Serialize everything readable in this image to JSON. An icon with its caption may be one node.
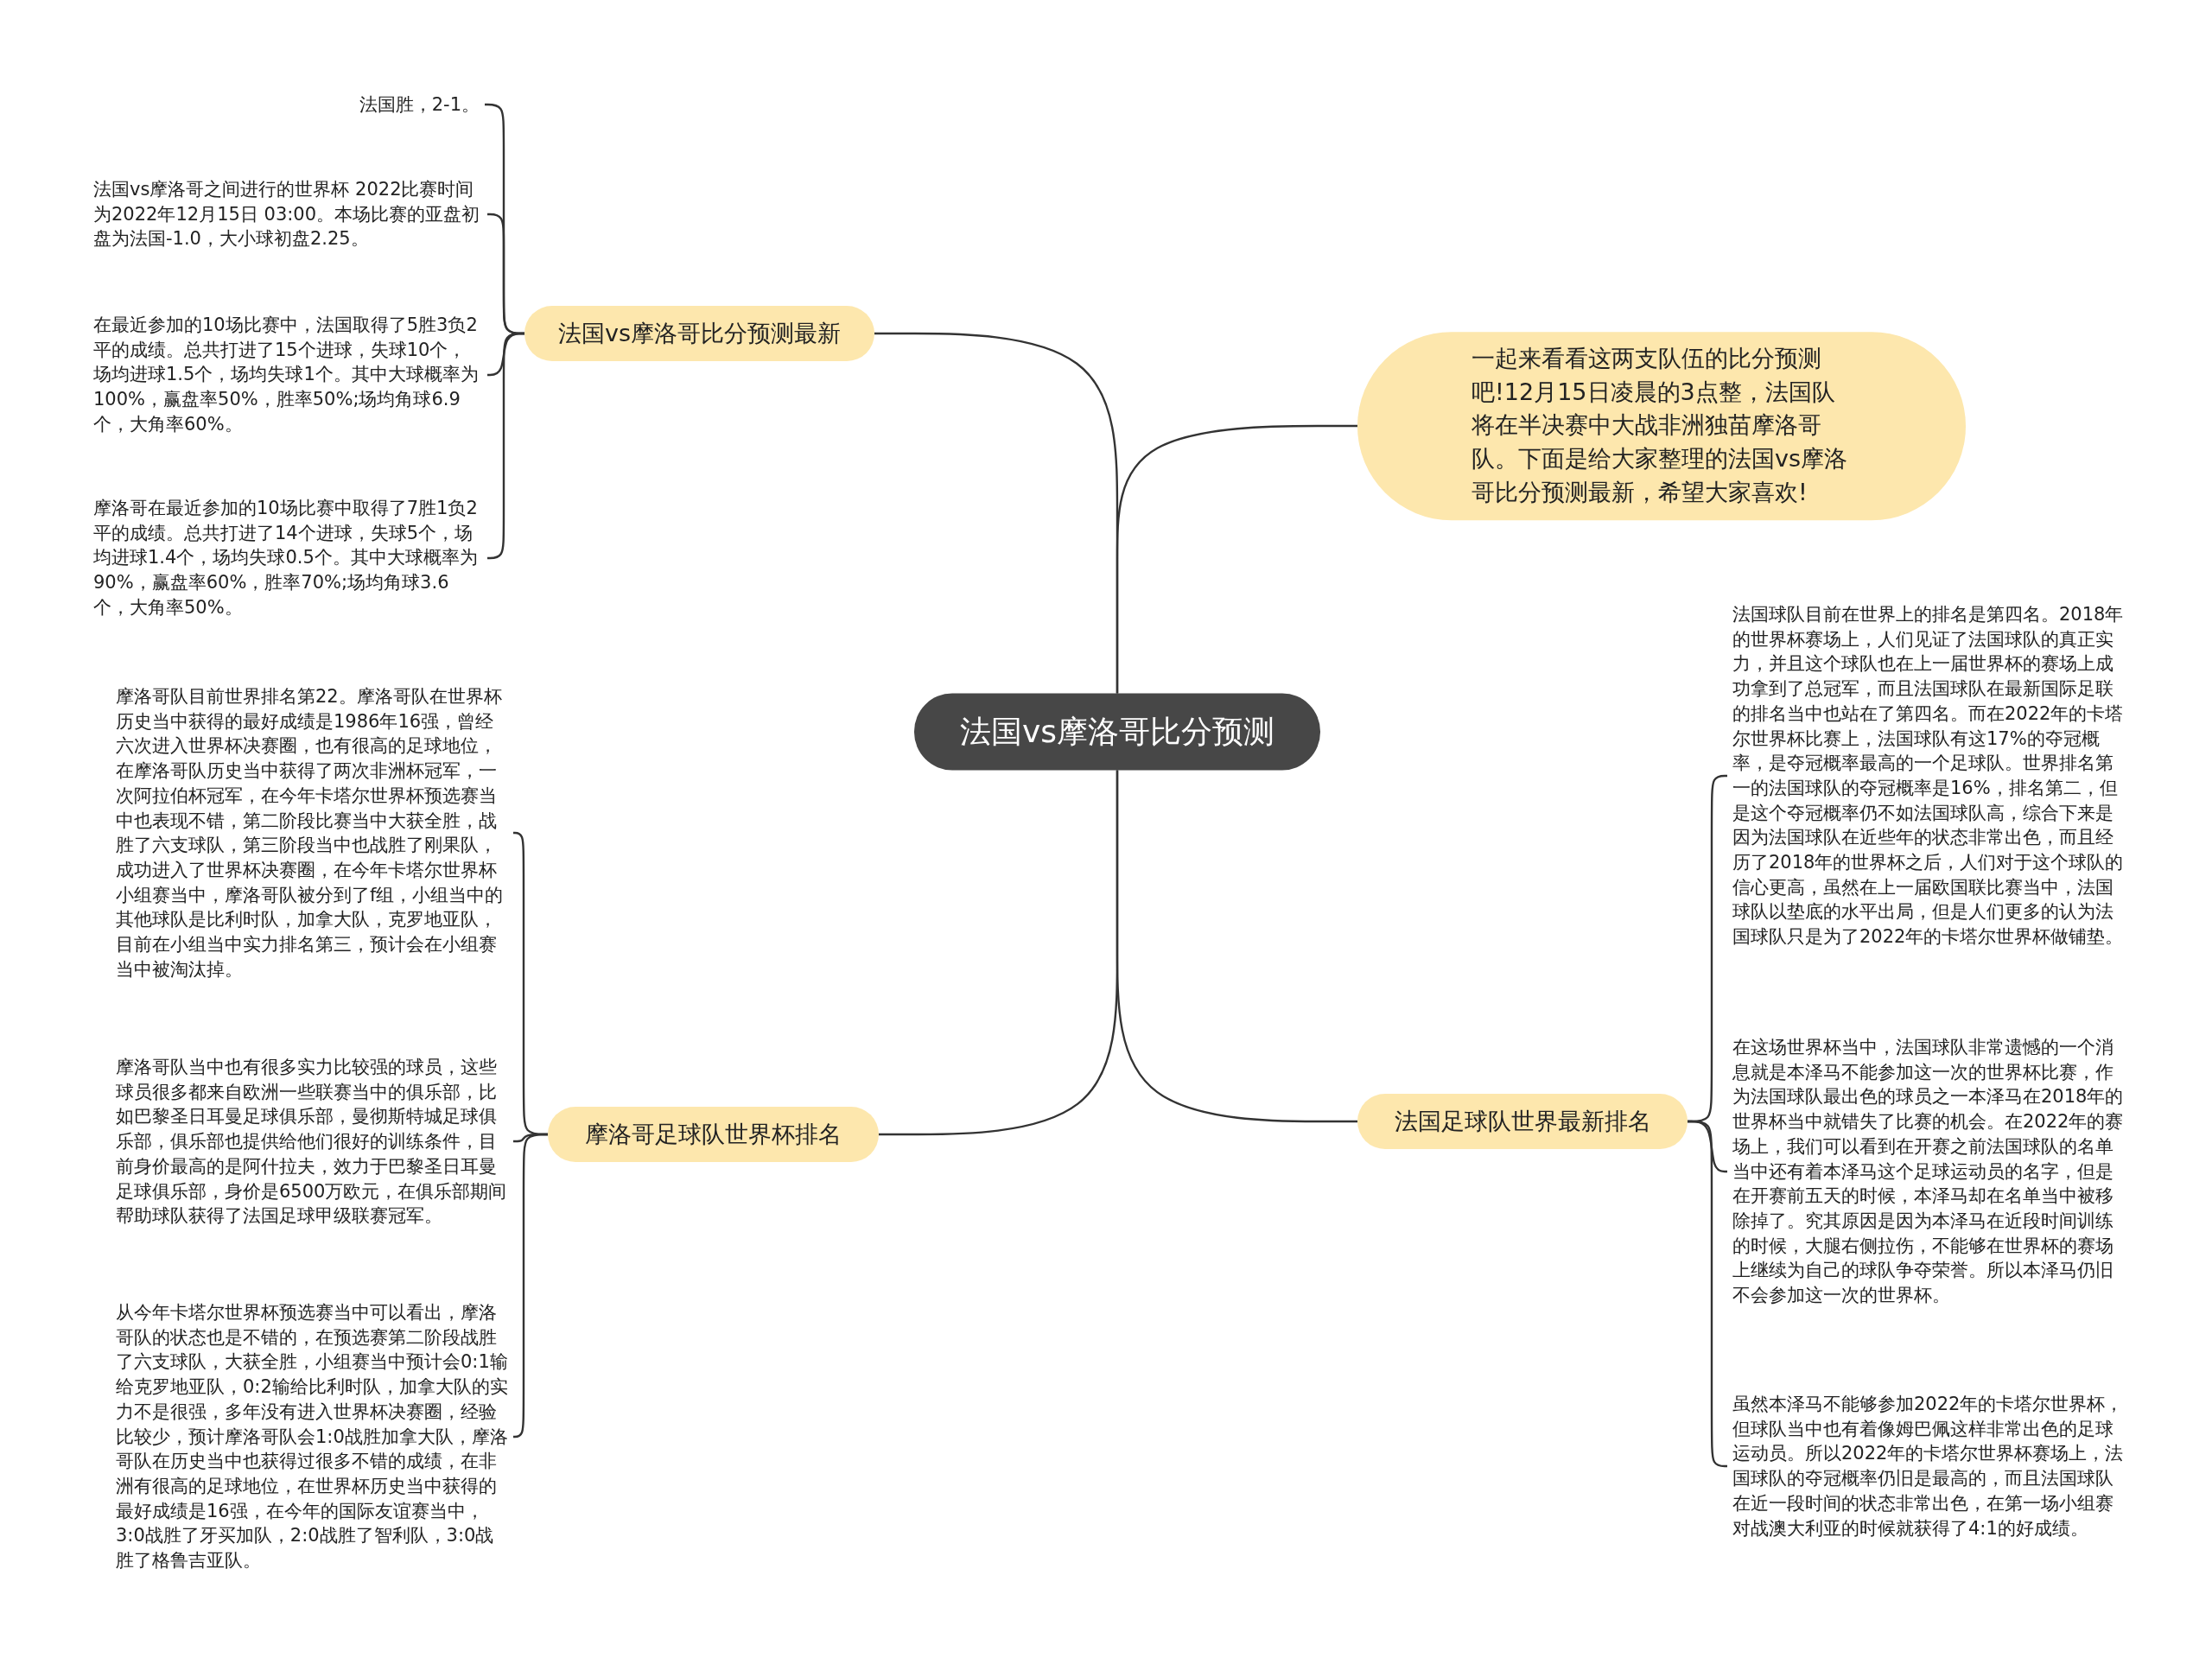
{
  "diagram": {
    "nodes": [
      {
        "text": [
          "法国vs摩洛哥比分预测"
        ]
      },
      {
        "text": [
          "法国vs摩洛哥比分预测最新"
        ]
      },
      {
        "text": [
          "法国胜，2-1。"
        ]
      },
      {
        "text": [
          "法国vs摩洛哥之间进行的世界杯 2022比赛时间为2022年12月15日 03:00。本场比赛的亚盘初盘为法国-1.0，大小球初盘2.25。"
        ]
      },
      {
        "text": [
          "在最近参加的10场比赛中，法国取得了5胜3负2平的成绩。总共打进了15个进球，失球10个，场均进球1.5个，场均失球1个。其中大球概率为100%，赢盘率50%，胜率50%;场均角球6.9个，大角率60%。"
        ]
      },
      {
        "text": [
          "摩洛哥在最近参加的10场比赛中取得了7胜1负2平的成绩。总共打进了14个进球，失球5个，场均进球1.4个，场均失球0.5个。其中大球概率为90%，赢盘率60%，胜率70%;场均角球3.6个，大角率50%。"
        ]
      },
      {
        "text": [
          "摩洛哥足球队世界杯排名"
        ]
      },
      {
        "text": [
          "摩洛哥队目前世界排名第22。摩洛哥队在世界杯历史当中获得的最好成绩是1986年16强，曾经六次进入世界杯决赛圈，也有很高的足球地位，在摩洛哥队历史当中获得了两次非洲杯冠军，一次阿拉伯杯冠军，在今年卡塔尔世界杯预选赛当中也表现不错，第二阶段比赛当中大获全胜，战胜了六支球队，第三阶段当中也战胜了刚果队，成功进入了世界杯决赛圈，在今年卡塔尔世界杯小组赛当中，摩洛哥队被分到了f组，小组当中的其他球队是比利时队，加拿大队，克罗地亚队，目前在小组当中实力排名第三，预计会在小组赛当中被淘汰掉。"
        ]
      },
      {
        "text": [
          "摩洛哥队当中也有很多实力比较强的球员，这些球员很多都来自欧洲一些联赛当中的俱乐部，比如巴黎圣日耳曼足球俱乐部，曼彻斯特城足球俱乐部，俱乐部也提供给他们很好的训练条件，目前身价最高的是阿什拉夫，效力于巴黎圣日耳曼足球俱乐部，身价是6500万欧元，在俱乐部期间帮助球队获得了法国足球甲级联赛冠军。"
        ]
      },
      {
        "text": [
          "从今年卡塔尔世界杯预选赛当中可以看出，摩洛哥队的状态也是不错的，在预选赛第二阶段战胜了六支球队，大获全胜，小组赛当中预计会0:1输给克罗地亚队，0:2输给比利时队，加拿大队的实力不是很强，多年没有进入世界杯决赛圈，经验比较少，预计摩洛哥队会1:0战胜加拿大队，摩洛哥队在历史当中也获得过很多不错的成绩，在非洲有很高的足球地位，在世界杯历史当中获得的最好成绩是16强，在今年的国际友谊赛当中，3:0战胜了牙买加队，2:0战胜了智利队，3:0战胜了格鲁吉亚队。"
        ]
      },
      {
        "text": [
          "一起来看看这两支队伍的比分预测吧!12月15日凌晨的3点整，法国队将在半决赛中大战非洲独苗摩洛哥队。下面是给大家整理的法国vs摩洛哥比分预测最新，希望大家喜欢!"
        ]
      },
      {
        "text": [
          "法国足球队世界最新排名"
        ]
      },
      {
        "text": [
          "法国球队目前在世界上的排名是第四名。2018年的世界杯赛场上，人们见证了法国球队的真正实力，并且这个球队也在上一届世界杯的赛场上成功拿到了总冠军，而且法国球队在最新国际足联的排名当中也站在了第四名。而在2022年的卡塔尔世界杯比赛上，法国球队有这17%的夺冠概率，是夺冠概率最高的一个足球队。世界排名第一的法国球队的夺冠概率是16%，排名第二，但是这个夺冠概率仍不如法国球队高，综合下来是因为法国球队在近些年的状态非常出色，而且经历了2018年的世界杯之后，人们对于这个球队的信心更高，虽然在上一届欧国联比赛当中，法国球队以垫底的水平出局，但是人们更多的认为法国球队只是为了2022年的卡塔尔世界杯做铺垫。"
        ]
      },
      {
        "text": [
          "在这场世界杯当中，法国球队非常遗憾的一个消息就是本泽马不能参加这一次的世界杯比赛，作为法国球队最出色的球员之一本泽马在2018年的世界杯当中就错失了比赛的机会。在2022年的赛场上，我们可以看到在开赛之前法国球队的名单当中还有着本泽马这个足球运动员的名字，但是在开赛前五天的时候，本泽马却在名单当中被移除掉了。究其原因是因为本泽马在近段时间训练的时候，大腿右侧拉伤，不能够在世界杯的赛场上继续为自己的球队争夺荣誉。所以本泽马仍旧不会参加这一次的世界杯。"
        ]
      },
      {
        "text": [
          "虽然本泽马不能够参加2022年的卡塔尔世界杯，但球队当中也有着像姆巴佩这样非常出色的足球运动员。所以2022年的卡塔尔世界杯赛场上，法国球队的夺冠概率仍旧是最高的，而且法国球队在近一段时间的状态非常出色，在第一场小组赛对战澳大利亚的时候就获得了4:1的好成绩。"
        ]
      }
    ],
    "edges": [
      {
        "from": 0,
        "to": 1,
        "arrow": "none"
      },
      {
        "from": 1,
        "to": 2,
        "arrow": "none"
      },
      {
        "from": 1,
        "to": 3,
        "arrow": "none"
      },
      {
        "from": 1,
        "to": 4,
        "arrow": "none"
      },
      {
        "from": 1,
        "to": 5,
        "arrow": "none"
      },
      {
        "from": 0,
        "to": 6,
        "arrow": "none"
      },
      {
        "from": 6,
        "to": 7,
        "arrow": "none"
      },
      {
        "from": 6,
        "to": 8,
        "arrow": "none"
      },
      {
        "from": 6,
        "to": 9,
        "arrow": "none"
      },
      {
        "from": 0,
        "to": 10,
        "arrow": "none"
      },
      {
        "from": 0,
        "to": 11,
        "arrow": "none"
      },
      {
        "from": 11,
        "to": 12,
        "arrow": "none"
      },
      {
        "from": 11,
        "to": 13,
        "arrow": "none"
      },
      {
        "from": 11,
        "to": 14,
        "arrow": "none"
      }
    ]
  }
}
